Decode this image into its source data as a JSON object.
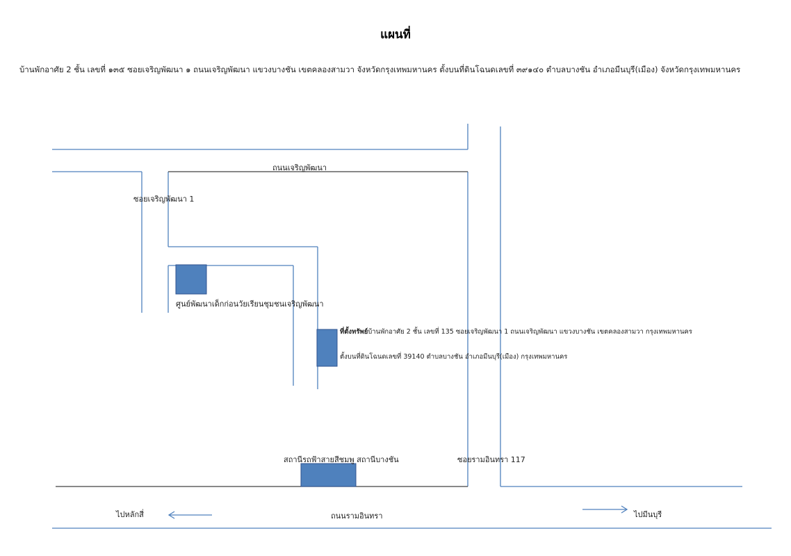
{
  "title": "แผนที่",
  "description": "บ้านพักอาศัย 2 ชั้น เลขที่ ๑๓๕ ซอยเจริญพัฒนา ๑ ถนนเจริญพัฒนา แขวงบางชัน เขตคลองสามวา จังหวัดกรุงเทพมหานคร ตั้งบนที่ดินโฉนดเลขที่ ๓๙๑๔๐ ตำบลบางชัน อำเภอมีนบุรี(เมือง) จังหวัดกรุงเทพมหานคร",
  "map": {
    "road_charoen_phatthana": "ถนนเจริญพัฒนา",
    "soi_charoen_phatthana_1": "ซอยเจริญพัฒนา 1",
    "child_center": "ศูนย์พัฒนาเด็กก่อนวัยเรียนชุมชนเจริญพัฒนา",
    "property_label": "ที่ตั้งทรัพย์",
    "property_line1": "บ้านพักอาศัย 2 ชั้น เลขที่ 135 ซอยเจริญพัฒนา 1 ถนนเจริญพัฒนา แขวงบางชัน เขตคลองสามวา กรุงเทพมหานคร",
    "property_line2": "ตั้งบนที่ดินโฉนดเลขที่ 39140 ตำบลบางชัน อำเภอมีนบุรี(เมือง) กรุงเทพมหานคร",
    "station": "สถานีรถฟ้าสายสีชมพู สถานีบางชัน",
    "soi_ramintra_117": "ซอยรามอินทรา 117",
    "road_ramintra": "ถนนรามอินทรา",
    "to_lak_si": "ไปหลักสี่",
    "to_min_buri": "ไปมีนบุรี"
  },
  "colors": {
    "road_blue": "#4f81bd",
    "road_dark": "#404040",
    "marker_fill": "#4f81bd",
    "marker_border": "#2f528f"
  }
}
